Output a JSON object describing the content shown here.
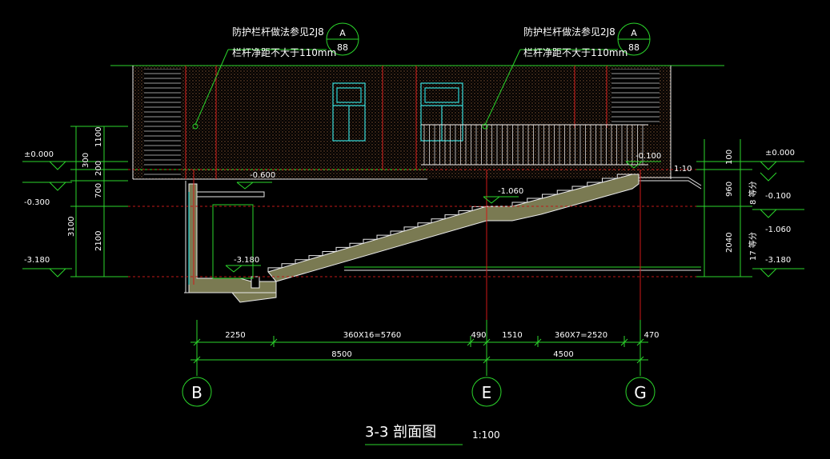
{
  "drawing": {
    "title": "3-3 剖面图",
    "scale": "1:100",
    "notes": [
      {
        "line1": "防护栏杆做法参见2J8",
        "line2": "栏杆净距不大于110mm",
        "ref_top": "A",
        "ref_bottom": "88"
      },
      {
        "line1": "防护栏杆做法参见2J8",
        "line2": "栏杆净距不大于110mm",
        "ref_top": "A",
        "ref_bottom": "88"
      }
    ],
    "axes": [
      "B",
      "E",
      "G"
    ],
    "dims_top": [
      "2250",
      "360X16=5760",
      "490",
      "1510",
      "360X7=2520",
      "470"
    ],
    "dims_bottom": [
      "8500",
      "4500"
    ],
    "left_levels": [
      "±0.000",
      "-0.300",
      "-3.180"
    ],
    "left_dims": [
      "1100",
      "300",
      "200",
      "700",
      "3100",
      "2100"
    ],
    "right_levels": [
      "±0.000",
      "-0.100",
      "-1.060",
      "-3.180"
    ],
    "right_dims": [
      "100",
      "960",
      "2040"
    ],
    "right_steps": [
      "8 等分",
      "17 等分"
    ],
    "inner_levels": [
      "-0.600",
      "-3.180",
      "-1.060",
      "-0.100"
    ],
    "slope": "1:10"
  }
}
